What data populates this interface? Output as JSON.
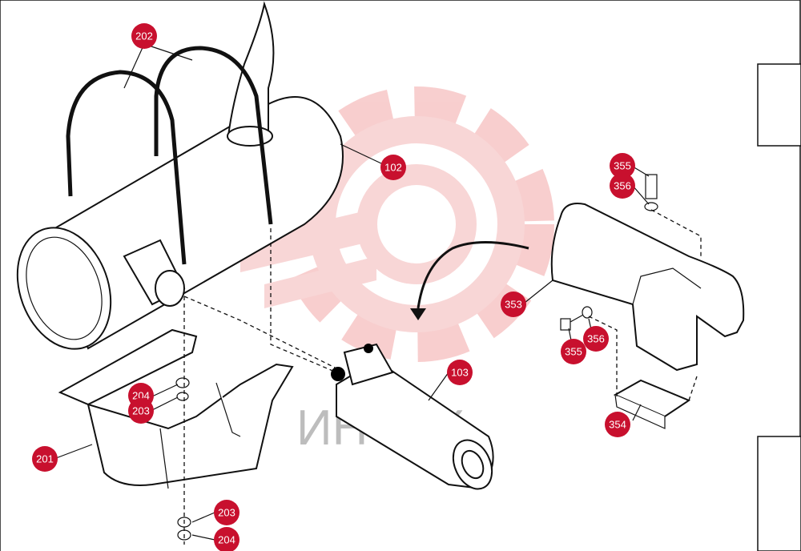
{
  "diagram": {
    "watermark_text": "ИНТЕХ",
    "colors": {
      "callout": "#c8102e",
      "line": "#111111",
      "watermark": "#f3b5b5"
    },
    "callouts": [
      {
        "id": "c-202",
        "label": "202"
      },
      {
        "id": "c-102",
        "label": "102"
      },
      {
        "id": "c-355a",
        "label": "355"
      },
      {
        "id": "c-356a",
        "label": "356"
      },
      {
        "id": "c-353",
        "label": "353"
      },
      {
        "id": "c-356b",
        "label": "356"
      },
      {
        "id": "c-355b",
        "label": "355"
      },
      {
        "id": "c-103",
        "label": "103"
      },
      {
        "id": "c-204a",
        "label": "204"
      },
      {
        "id": "c-203a",
        "label": "203"
      },
      {
        "id": "c-354",
        "label": "354"
      },
      {
        "id": "c-201",
        "label": "201"
      },
      {
        "id": "c-203b",
        "label": "203"
      },
      {
        "id": "c-204b",
        "label": "204"
      }
    ]
  }
}
